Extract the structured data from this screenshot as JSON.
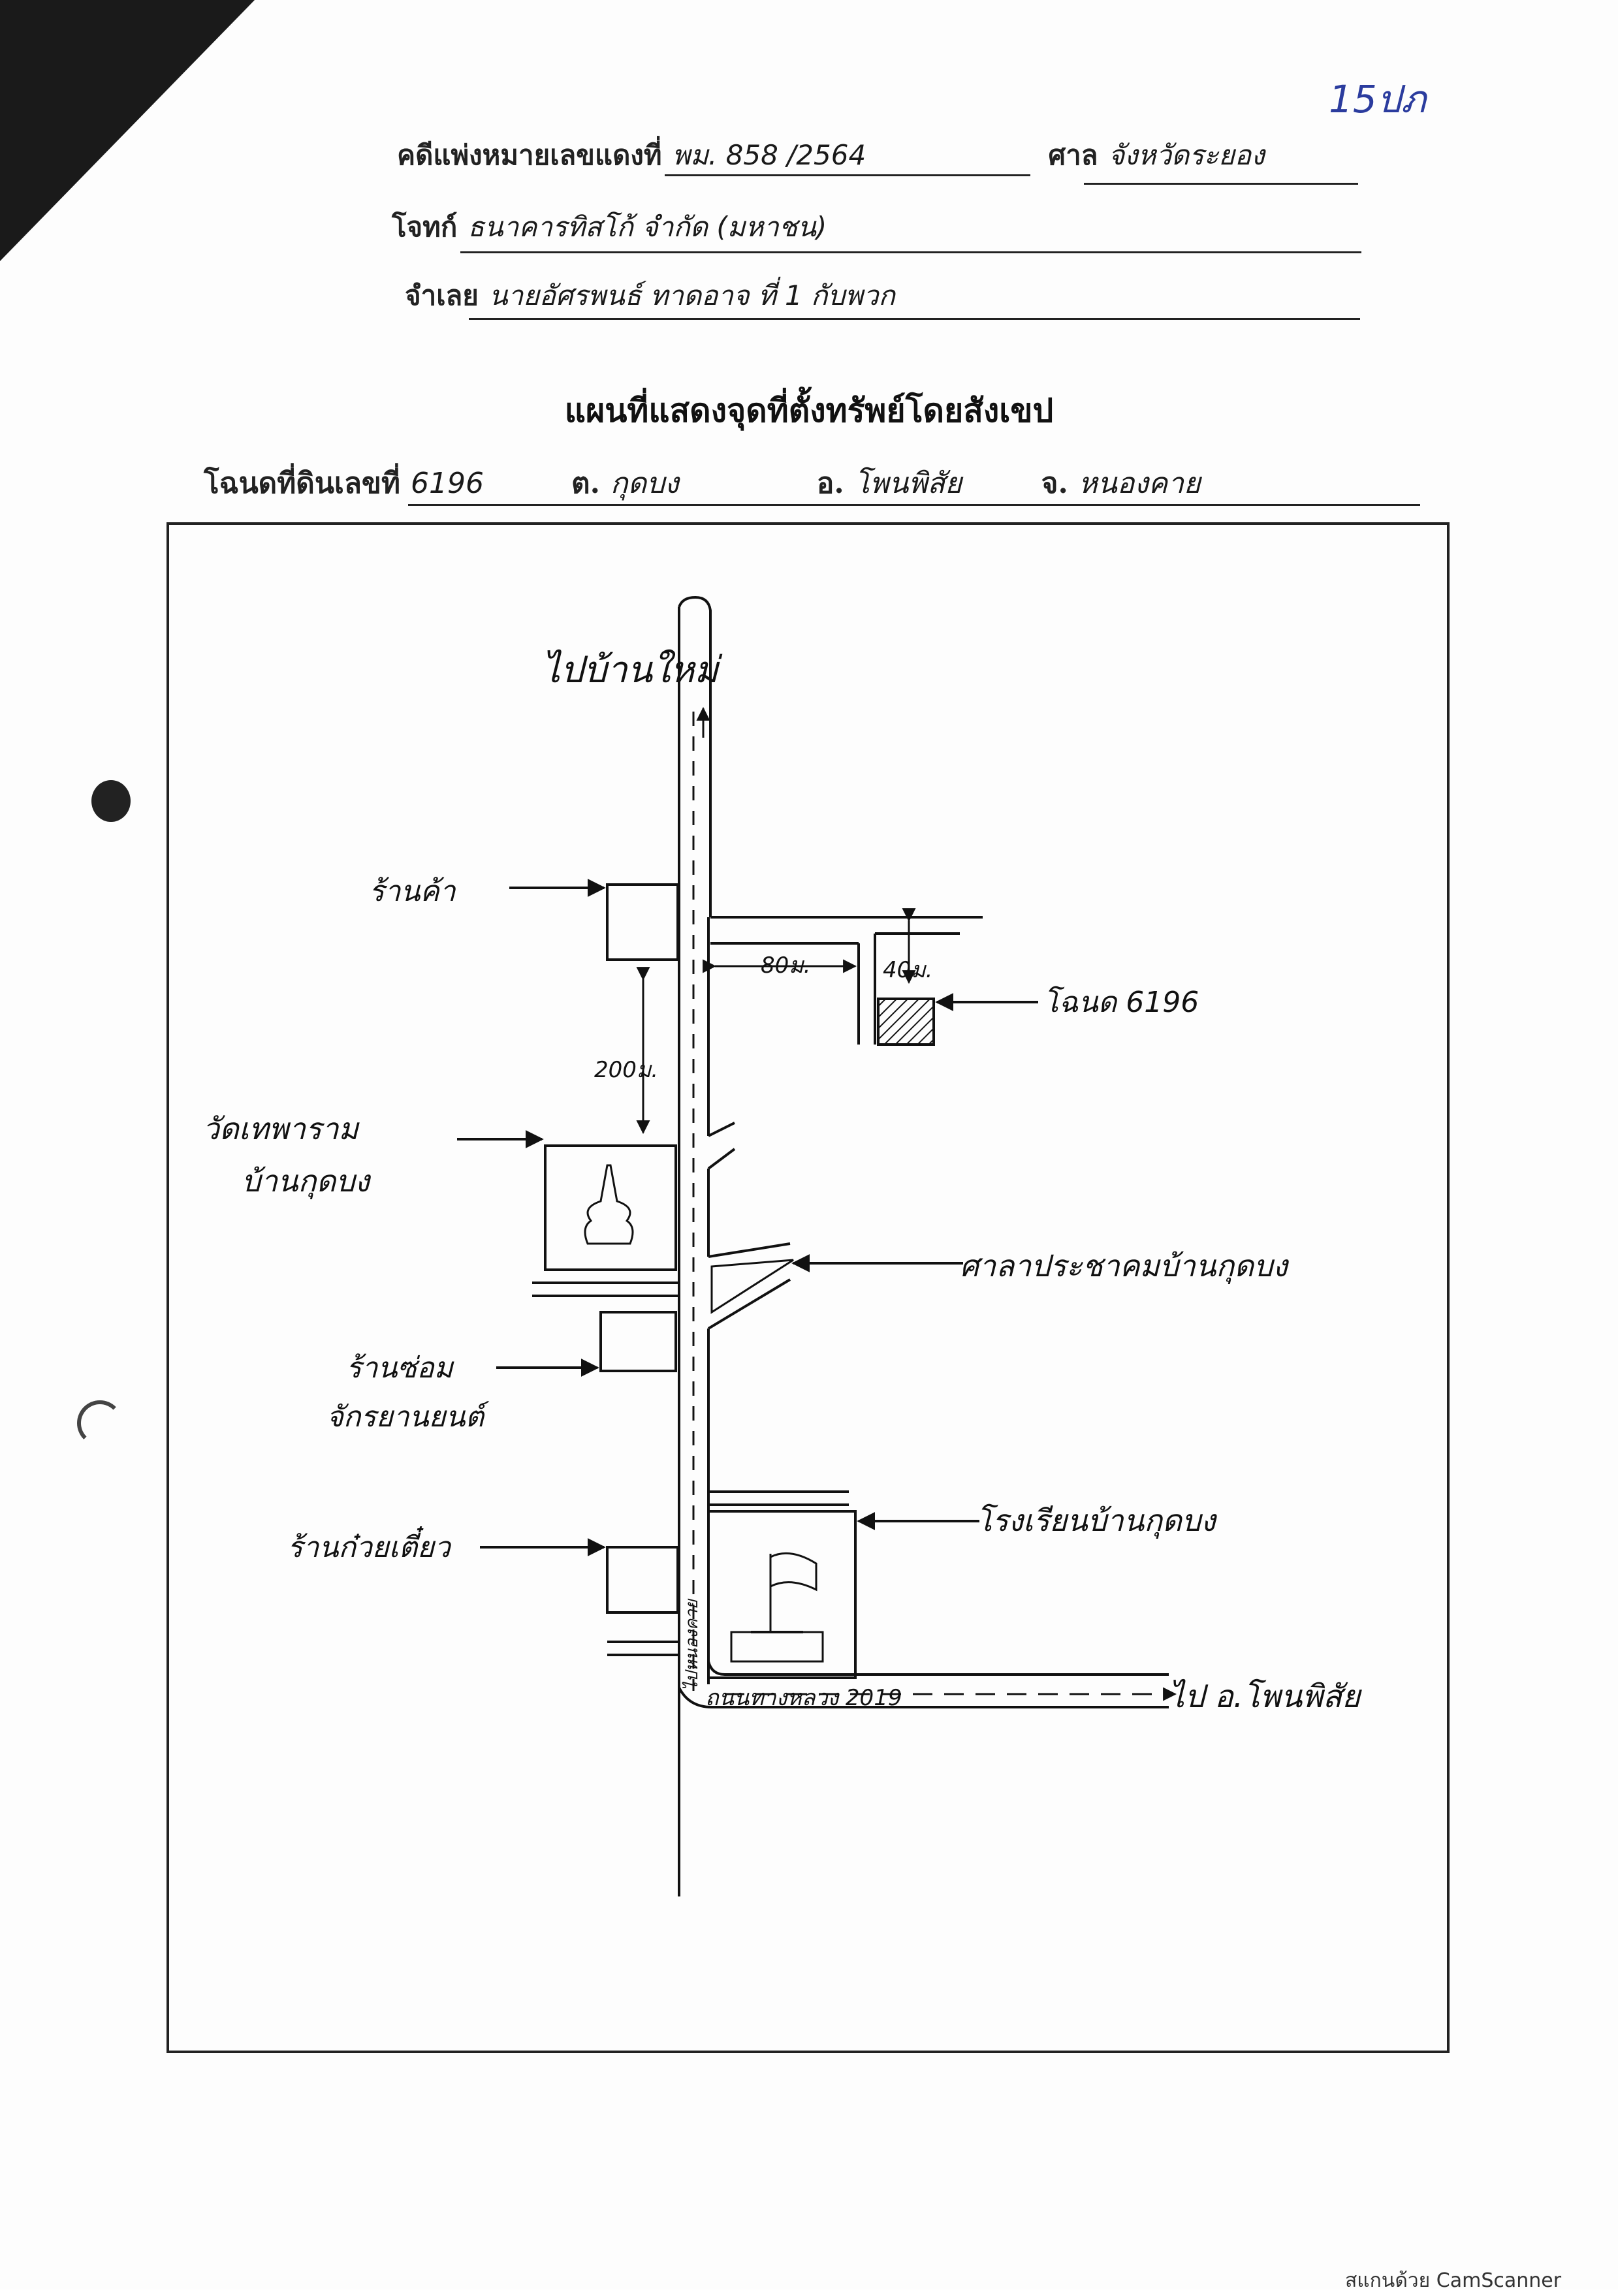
{
  "page_number": "15ปภ",
  "header": {
    "case_label": "คดีแพ่งหมายเลขแดงที่",
    "case_value": "พม. 858 /2564",
    "court_label": "ศาล",
    "court_value": "จังหวัดระยอง",
    "plaintiff_label": "โจทก์",
    "plaintiff_value": "ธนาคารทิสโก้ จำกัด (มหาชน)",
    "defendant_label": "จำเลย",
    "defendant_value": "นายอัศรพนธ์ ทาดอาจ ที่ 1 กับพวก"
  },
  "map_title": "แผนที่แสดงจุดที่ตั้งทรัพย์โดยสังเขป",
  "deed": {
    "label": "โฉนดที่ดินเลขที่",
    "number": "6196",
    "tambon_label": "ต.",
    "tambon": "กุดบง",
    "amphoe_label": "อ.",
    "amphoe": "โพนพิสัย",
    "province_label": "จ.",
    "province": "หนองคาย"
  },
  "map": {
    "to_north": "ไปบ้านใหม่",
    "shop": "ร้านค้า",
    "dist_200": "200ม.",
    "dist_80": "80ม.",
    "dist_40": "40ม.",
    "deed_label": "โฉนด 6196",
    "temple_line1": "วัดเทพาราม",
    "temple_line2": "บ้านกุดบง",
    "sala": "ศาลาประชาคมบ้านกุดบง",
    "repair_line1": "ร้านซ่อม",
    "repair_line2": "จักรยานยนต์",
    "noodle": "ร้านก๋วยเตี๋ยว",
    "school": "โรงเรียนบ้านกุดบง",
    "road_vertical": "ไปหนองคาย",
    "highway": "ถนนทางหลวง 2019",
    "to_east": "ไป อ.โพนพิสัย"
  },
  "footer": "สแกนด้วย CamScanner"
}
